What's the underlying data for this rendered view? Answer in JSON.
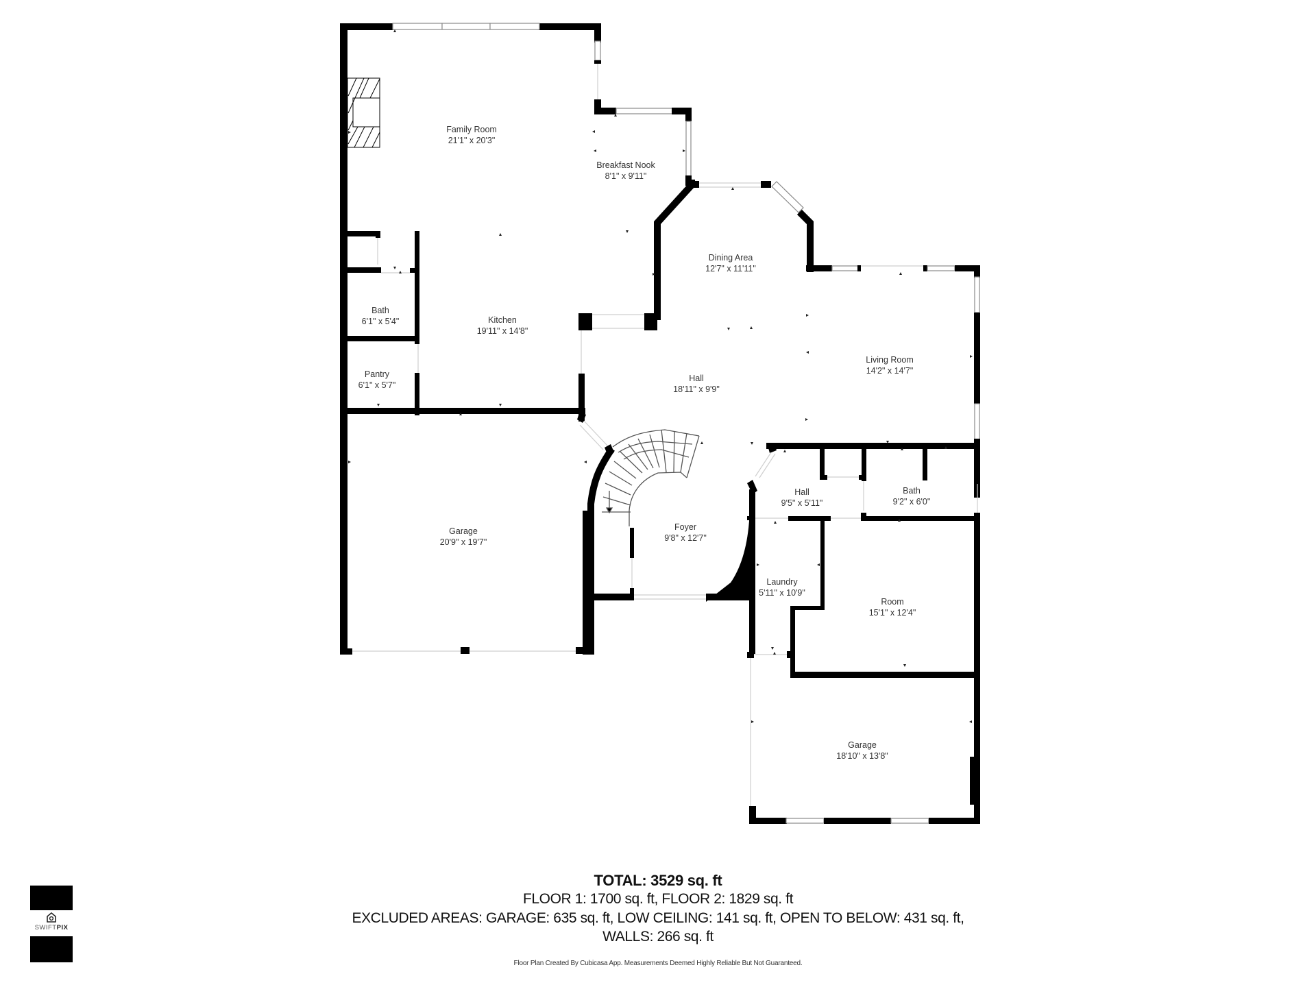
{
  "floor_plan": {
    "rooms": [
      {
        "id": "family-room",
        "name": "Family Room",
        "dimensions": "21'1\" x 20'3\""
      },
      {
        "id": "breakfast-nook",
        "name": "Breakfast Nook",
        "dimensions": "8'1\" x 9'11\""
      },
      {
        "id": "dining-area",
        "name": "Dining Area",
        "dimensions": "12'7\" x 11'11\""
      },
      {
        "id": "kitchen",
        "name": "Kitchen",
        "dimensions": "19'11\" x 14'8\""
      },
      {
        "id": "bath-1",
        "name": "Bath",
        "dimensions": "6'1\" x 5'4\""
      },
      {
        "id": "pantry",
        "name": "Pantry",
        "dimensions": "6'1\" x 5'7\""
      },
      {
        "id": "hall-main",
        "name": "Hall",
        "dimensions": "18'11\" x 9'9\""
      },
      {
        "id": "living-room",
        "name": "Living Room",
        "dimensions": "14'2\" x 14'7\""
      },
      {
        "id": "garage-1",
        "name": "Garage",
        "dimensions": "20'9\" x 19'7\""
      },
      {
        "id": "foyer",
        "name": "Foyer",
        "dimensions": "9'8\" x 12'7\""
      },
      {
        "id": "hall-2",
        "name": "Hall",
        "dimensions": "9'5\" x 5'11\""
      },
      {
        "id": "bath-2",
        "name": "Bath",
        "dimensions": "9'2\" x 6'0\""
      },
      {
        "id": "laundry",
        "name": "Laundry",
        "dimensions": "5'11\" x 10'9\""
      },
      {
        "id": "room",
        "name": "Room",
        "dimensions": "15'1\" x 12'4\""
      },
      {
        "id": "garage-2",
        "name": "Garage",
        "dimensions": "18'10\" x 13'8\""
      }
    ]
  },
  "summary": {
    "total": "TOTAL: 3529 sq. ft",
    "floors": "FLOOR 1: 1700 sq. ft, FLOOR 2: 1829 sq. ft",
    "excluded": "EXCLUDED AREAS: GARAGE: 635 sq. ft, LOW CEILING: 141 sq. ft, OPEN TO BELOW: 431 sq. ft,",
    "walls": "WALLS: 266 sq. ft",
    "disclaimer": "Floor Plan Created By Cubicasa App. Measurements Deemed Highly Reliable But Not Guaranteed."
  },
  "logo": {
    "brand_prefix": "SWIFT",
    "brand_suffix": "PIX",
    "icon": "house-camera-icon"
  },
  "colors": {
    "wall": "#000000",
    "background": "#ffffff",
    "text": "#333333"
  }
}
